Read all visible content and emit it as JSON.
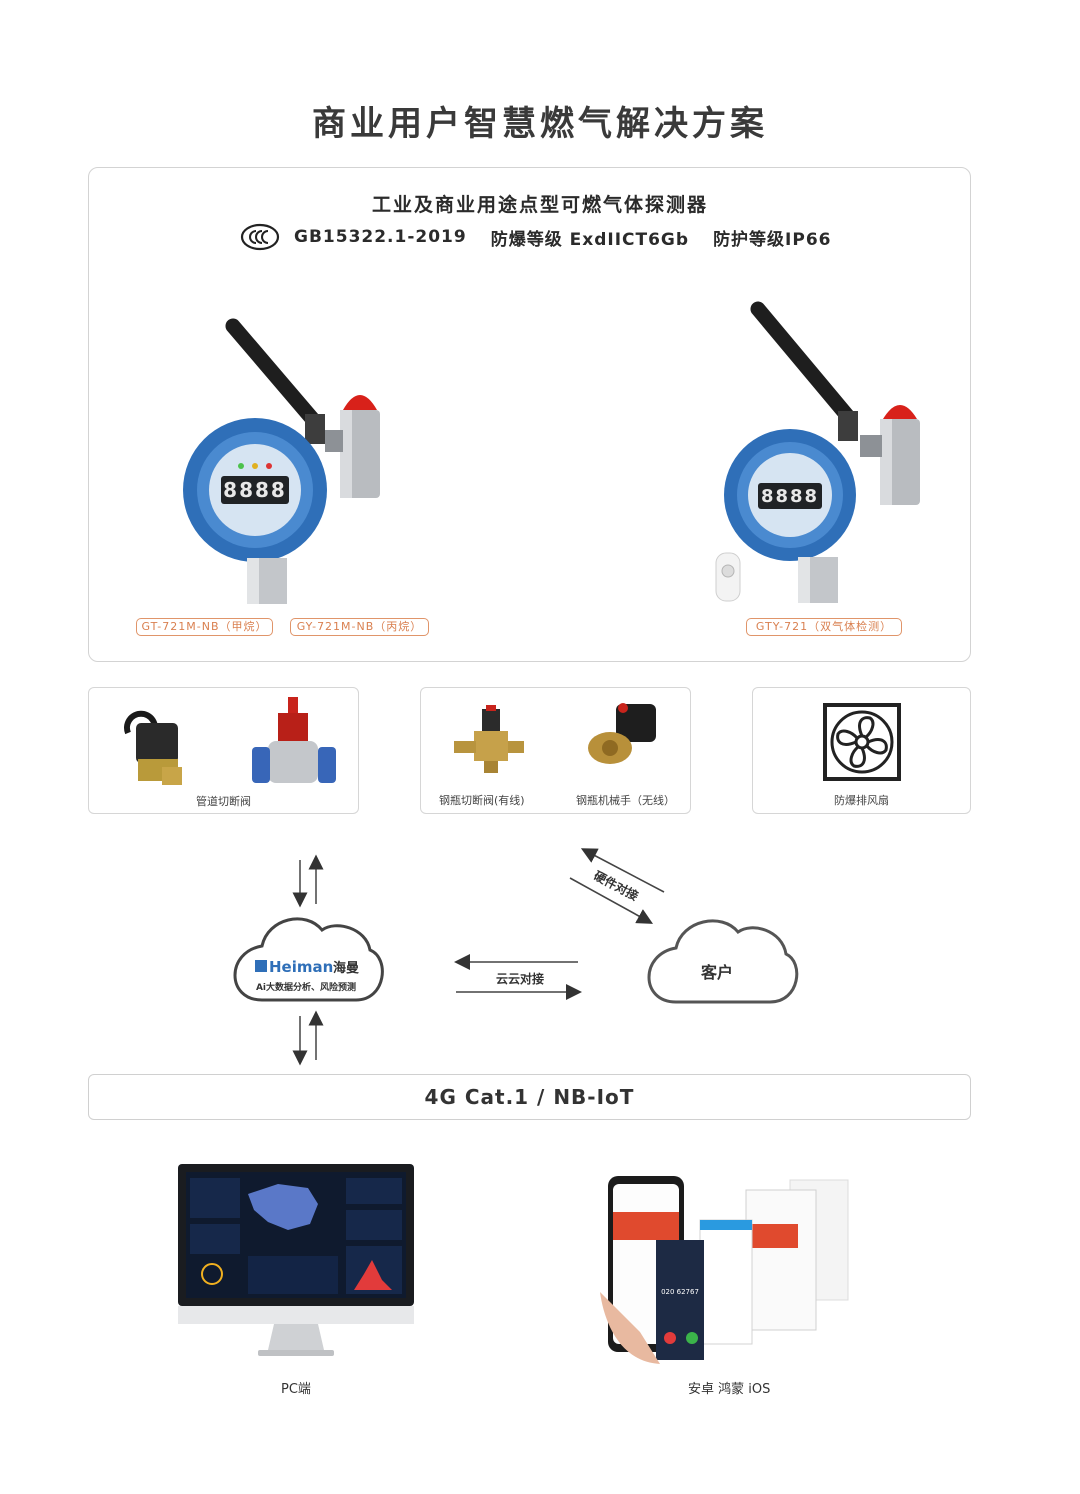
{
  "page_title": "商业用户智慧燃气解决方案",
  "detector": {
    "heading": "工业及商业用途点型可燃气体探测器",
    "certs": [
      "GB15322.1-2019",
      "防爆等级 ExdIICT6Gb",
      "防护等级IP66"
    ],
    "device1_display": "8888",
    "device1_model_tags": [
      "GT-721M-NB（甲烷）",
      "GY-721M-NB（丙烷）"
    ],
    "device2_display": "8888",
    "device2_model_tags": [
      "GTY-721（双气体检测）"
    ]
  },
  "actuators": {
    "pipe_valve_label": "管道切断阀",
    "cylinder_valve_wired_label": "钢瓶切断阀(有线)",
    "cylinder_manipulator_label": "钢瓶机械手（无线）",
    "fan_label": "防爆排风扇"
  },
  "cloud": {
    "brand": "Heiman",
    "brand_cn": "海曼",
    "tagline": "Ai大数据分析、风险预测"
  },
  "customer_label": "客户",
  "links": {
    "hardware": "硬件对接",
    "cloud": "云云对接"
  },
  "network_label": "4G Cat.1 / NB-IoT",
  "clients": {
    "pc_label": "PC端",
    "mobile_label": "安卓  鸿蒙  iOS",
    "phone_number": "020 62767"
  },
  "colors": {
    "accent_orange": "#e0956a",
    "device_blue": "#2f6fb8",
    "alarm_red": "#d8211a",
    "valve_red": "#c8241c"
  }
}
